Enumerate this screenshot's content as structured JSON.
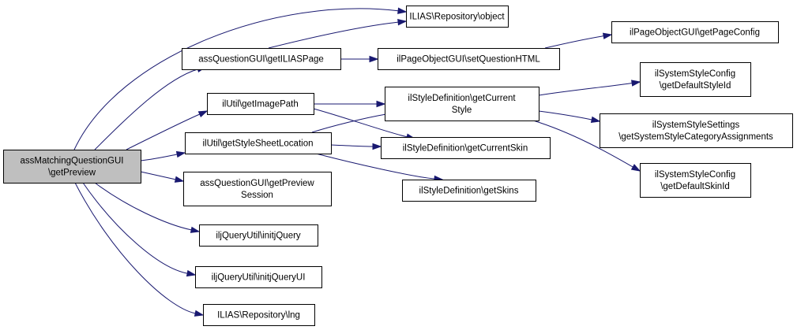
{
  "nodes": [
    {
      "id": "root",
      "lines": [
        "assMatchingQuestionGUI",
        "\\getPreview"
      ],
      "root": true
    },
    {
      "id": "repo_object",
      "lines": [
        "ILIAS\\Repository\\object"
      ]
    },
    {
      "id": "get_ilias_page",
      "lines": [
        "assQuestionGUI\\getILIASPage"
      ]
    },
    {
      "id": "set_question_html",
      "lines": [
        "ilPageObjectGUI\\setQuestionHTML"
      ]
    },
    {
      "id": "get_page_config",
      "lines": [
        "ilPageObjectGUI\\getPageConfig"
      ]
    },
    {
      "id": "get_image_path",
      "lines": [
        "ilUtil\\getImagePath"
      ]
    },
    {
      "id": "get_current_style",
      "lines": [
        "ilStyleDefinition\\getCurrent",
        "Style"
      ]
    },
    {
      "id": "get_default_style_id",
      "lines": [
        "ilSystemStyleConfig",
        "\\getDefaultStyleId"
      ]
    },
    {
      "id": "get_style_sheet_location",
      "lines": [
        "ilUtil\\getStyleSheetLocation"
      ]
    },
    {
      "id": "get_current_skin",
      "lines": [
        "ilStyleDefinition\\getCurrentSkin"
      ]
    },
    {
      "id": "get_system_style_category_assignments",
      "lines": [
        "ilSystemStyleSettings",
        "\\getSystemStyleCategoryAssignments"
      ]
    },
    {
      "id": "get_skins",
      "lines": [
        "ilStyleDefinition\\getSkins"
      ]
    },
    {
      "id": "get_default_skin_id",
      "lines": [
        "ilSystemStyleConfig",
        "\\getDefaultSkinId"
      ]
    },
    {
      "id": "get_preview_session",
      "lines": [
        "assQuestionGUI\\getPreview",
        "Session"
      ]
    },
    {
      "id": "init_jquery",
      "lines": [
        "iljQueryUtil\\initjQuery"
      ]
    },
    {
      "id": "init_jquery_ui",
      "lines": [
        "iljQueryUtil\\initjQueryUI"
      ]
    },
    {
      "id": "repo_lng",
      "lines": [
        "ILIAS\\Repository\\lng"
      ]
    }
  ],
  "edges": [
    {
      "from": "root",
      "to": "repo_object"
    },
    {
      "from": "root",
      "to": "get_ilias_page"
    },
    {
      "from": "root",
      "to": "get_image_path"
    },
    {
      "from": "root",
      "to": "get_style_sheet_location"
    },
    {
      "from": "root",
      "to": "get_preview_session"
    },
    {
      "from": "root",
      "to": "init_jquery"
    },
    {
      "from": "root",
      "to": "init_jquery_ui"
    },
    {
      "from": "root",
      "to": "repo_lng"
    },
    {
      "from": "get_ilias_page",
      "to": "repo_object"
    },
    {
      "from": "get_ilias_page",
      "to": "set_question_html"
    },
    {
      "from": "set_question_html",
      "to": "get_page_config"
    },
    {
      "from": "get_image_path",
      "to": "get_current_style"
    },
    {
      "from": "get_image_path",
      "to": "get_current_skin"
    },
    {
      "from": "get_style_sheet_location",
      "to": "get_current_style"
    },
    {
      "from": "get_style_sheet_location",
      "to": "get_current_skin"
    },
    {
      "from": "get_style_sheet_location",
      "to": "get_skins"
    },
    {
      "from": "get_current_style",
      "to": "get_default_style_id"
    },
    {
      "from": "get_current_style",
      "to": "get_system_style_category_assignments"
    },
    {
      "from": "get_current_style",
      "to": "get_default_skin_id"
    }
  ],
  "colors": {
    "edge": "#191970",
    "root_fill": "#bfbfbf",
    "node_fill": "#ffffff",
    "node_border": "#000000"
  }
}
